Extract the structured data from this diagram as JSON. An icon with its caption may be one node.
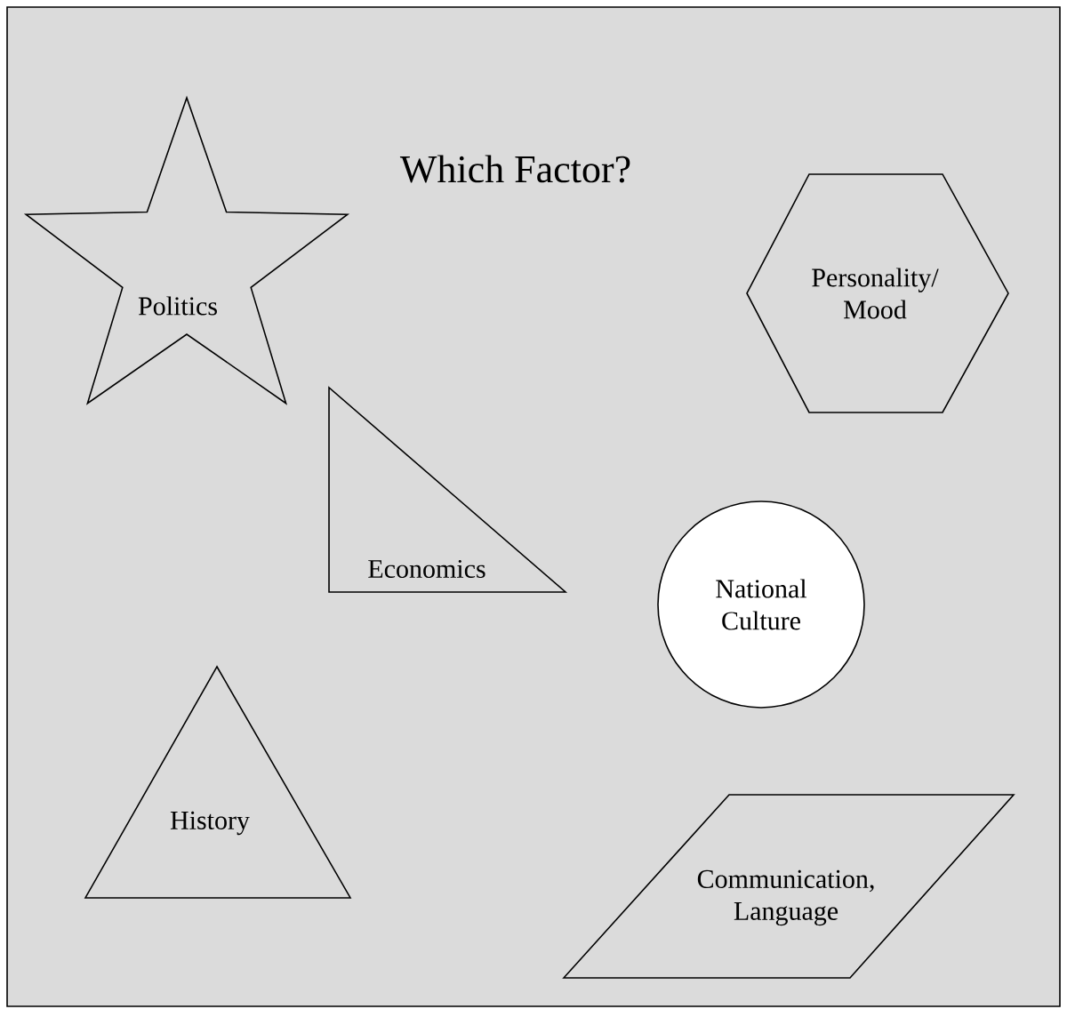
{
  "diagram": {
    "title": "Which Factor?",
    "nodes": [
      {
        "text": [
          "Politics"
        ]
      },
      {
        "text": [
          "Economics"
        ]
      },
      {
        "text": [
          "Personality/ Mood"
        ]
      },
      {
        "text": [
          "National Culture"
        ]
      },
      {
        "text": [
          "History"
        ]
      },
      {
        "text": [
          "Communication, Language"
        ]
      }
    ]
  }
}
